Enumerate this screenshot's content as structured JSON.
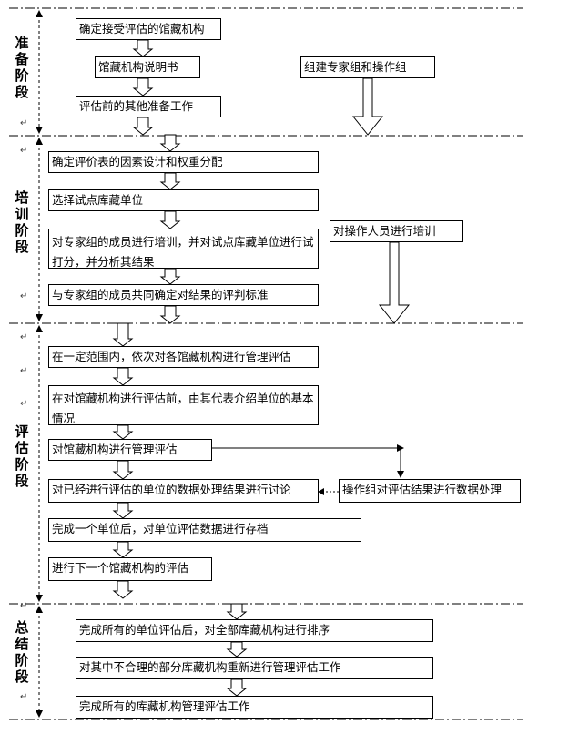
{
  "stages": {
    "prep": "准备阶段",
    "train": "培训阶段",
    "eval": "评估阶段",
    "summary": "总结阶段"
  },
  "boxes": {
    "b1": "确定接受评估的馆藏机构",
    "b2": "馆藏机构说明书",
    "b3": "评估前的其他准备工作",
    "b4": "组建专家组和操作组",
    "b5": "确定评价表的因素设计和权重分配",
    "b6": "选择试点库藏单位",
    "b7": "对专家组的成员进行培训，并对试点库藏单位进行试打分，并分析其结果",
    "b8": "对操作人员进行培训",
    "b9": "与专家组的成员共同确定对结果的评判标准",
    "b10": "在一定范围内，依次对各馆藏机构进行管理评估",
    "b11": "在对馆藏机构进行评估前，由其代表介绍单位的基本情况",
    "b12": "对馆藏机构进行管理评估",
    "b13": "对已经进行评估的单位的数据处理结果进行讨论",
    "b14": "操作组对评估结果进行数据处理",
    "b15": "完成一个单位后，对单位评估数据进行存档",
    "b16": "进行下一个馆藏机构的评估",
    "b17": "完成所有的单位评估后，对全部库藏机构进行排序",
    "b18": "对其中不合理的部分库藏机构重新进行管理评估工作",
    "b19": "完成所有的库藏机构管理评估工作"
  },
  "marks": {
    "enter": "↵",
    "enter_alt": "ᐪ"
  }
}
